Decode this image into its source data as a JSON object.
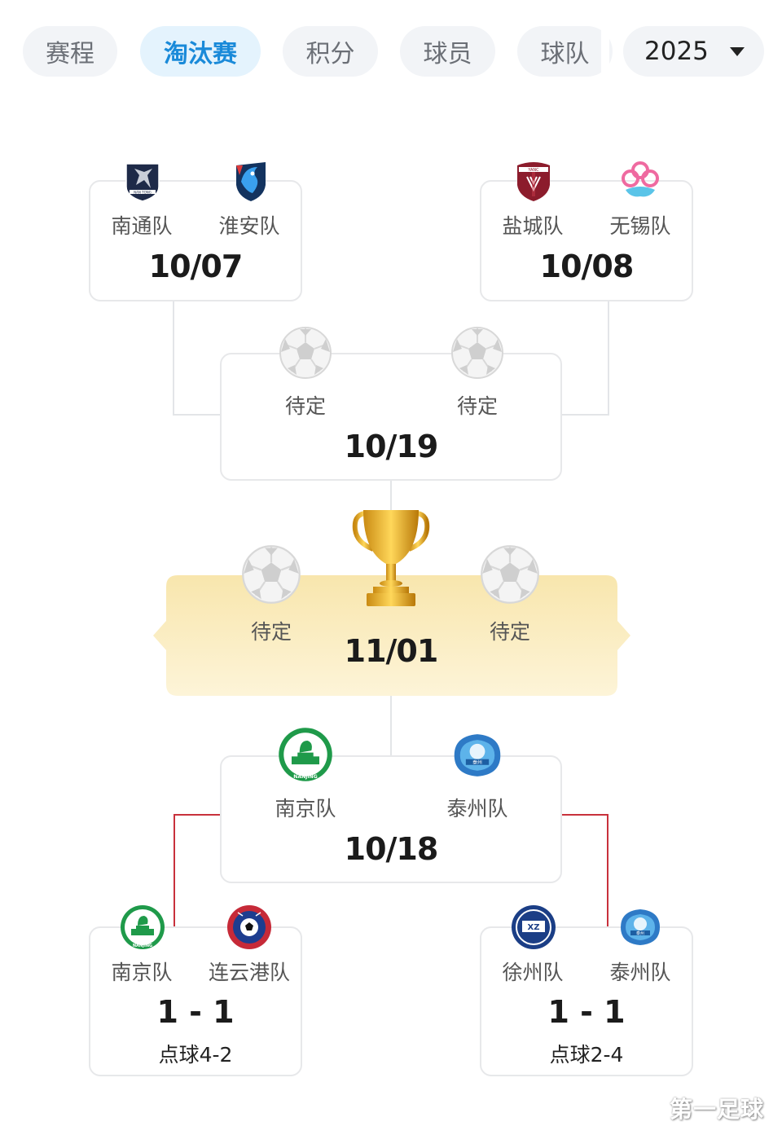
{
  "tabs": {
    "schedule": "赛程",
    "knockout": "淘汰赛",
    "standings": "积分",
    "players": "球员",
    "teams": "球队",
    "year": "2025"
  },
  "colors": {
    "accent": "#1a8ad9",
    "bracket_active": "#c8313c",
    "final_banner": "#fbefc7"
  },
  "bracket": {
    "qf_left": {
      "home": "南通队",
      "away": "淮安队",
      "date": "10/07"
    },
    "qf_right": {
      "home": "盐城队",
      "away": "无锡队",
      "date": "10/08"
    },
    "sf_top": {
      "home": "待定",
      "away": "待定",
      "date": "10/19"
    },
    "final": {
      "home": "待定",
      "away": "待定",
      "date": "11/01"
    },
    "sf_bottom": {
      "home": "南京队",
      "away": "泰州队",
      "date": "10/18"
    },
    "qf_bottom_left": {
      "home": "南京队",
      "away": "连云港队",
      "score": "1 - 1",
      "pens": "点球4-2"
    },
    "qf_bottom_right": {
      "home": "徐州队",
      "away": "泰州队",
      "score": "1 - 1",
      "pens": "点球2-4"
    }
  },
  "watermark": "第一足球"
}
